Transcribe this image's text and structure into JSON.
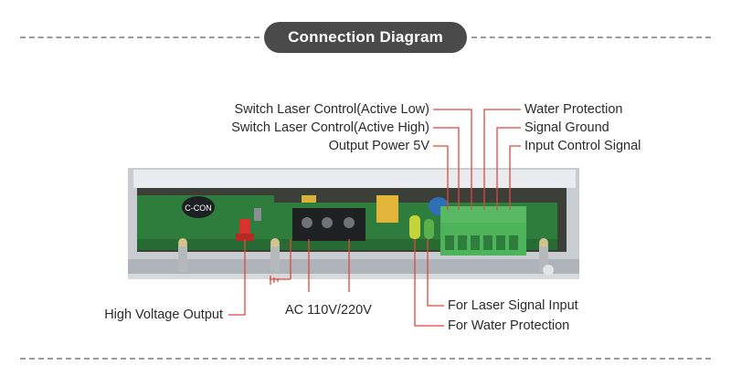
{
  "title": "Connection Diagram",
  "labels": {
    "switch_low": "Switch Laser Control(Active Low)",
    "switch_high": "Switch Laser Control(Active High)",
    "output_5v": "Output Power 5V",
    "water_protection": "Water Protection",
    "signal_ground": "Signal Ground",
    "input_control": "Input Control Signal",
    "high_voltage": "High Voltage Output",
    "ac_input": "AC 110V/220V",
    "laser_signal_input": "For Laser Signal Input",
    "for_water_protection": "For Water Protection"
  },
  "board": {
    "logo_text": "C-CON"
  },
  "colors": {
    "leader": "#e0463c",
    "pill": "#4a4a4a",
    "board_green": "#2f7d3c",
    "terminal_green": "#4db35a",
    "casing": "#c9cdd2"
  }
}
